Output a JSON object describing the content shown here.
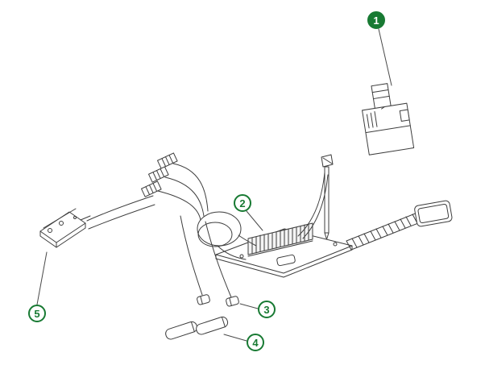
{
  "diagram": {
    "type": "exploded-parts-line-drawing",
    "background_color": "#ffffff",
    "line_color": "#3d3d3d",
    "callout_green": "#187a33",
    "callouts": [
      {
        "label": "1",
        "style": "filled",
        "part": "plug-connector"
      },
      {
        "label": "2",
        "style": "outlined",
        "part": "heatsink-module"
      },
      {
        "label": "3",
        "style": "outlined",
        "part": "small-caps"
      },
      {
        "label": "4",
        "style": "outlined",
        "part": "cylindrical-tubes"
      },
      {
        "label": "5",
        "style": "outlined",
        "part": "switch"
      }
    ]
  }
}
